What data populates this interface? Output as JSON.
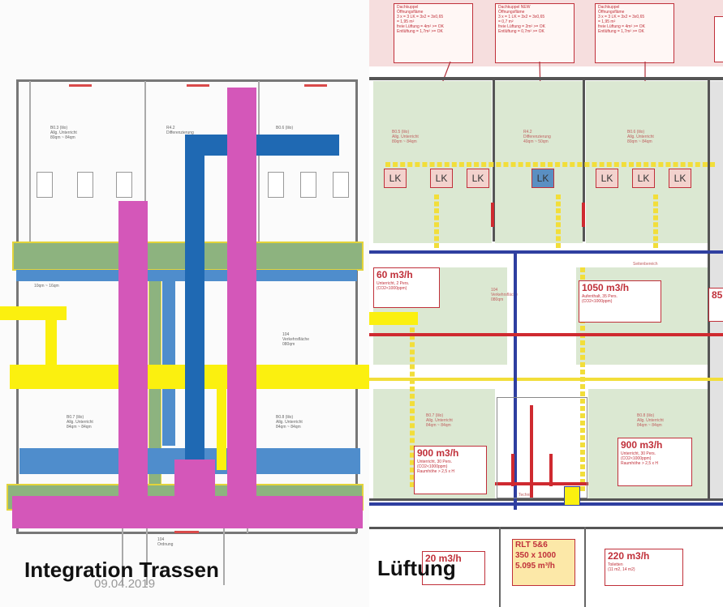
{
  "captions": {
    "left": "Integration Trassen",
    "right": "Lüftung",
    "date": "09.04.2019"
  },
  "left_rooms": [
    {
      "text": "B0.3 (lilo)\nAllg. Unterricht\n80qm ~ 84qm"
    },
    {
      "text": "R4.2\nDifferenzierung"
    },
    {
      "text": "B0.6 (lilo)"
    },
    {
      "text": "104\nVerkehrsfläche\n080qm"
    },
    {
      "text": "B0.7 (lilo)\nAllg. Unterricht\n84qm ~ 84qm"
    },
    {
      "text": "B0.8 (lilo)\nAllg. Unterricht\n84qm ~ 84qm"
    },
    {
      "text": "10qm ~ 16qm"
    },
    {
      "text": "104\nOrdnung"
    }
  ],
  "right_boxes": [
    {
      "big": "60 m3/h",
      "small": "Unterricht, 2 Pers.\n(CO2<1000ppm)"
    },
    {
      "big": "1050 m3/h",
      "small": "Aufenthalt, 35 Pers.\n(CO2<1000ppm)"
    },
    {
      "big": "900 m3/h",
      "small": "Unterricht, 30 Pers.\n(CO2<1000ppm)\nRaumhöhe > 2,5 x H"
    },
    {
      "big": "900 m3/h",
      "small": "Unterricht, 30 Pers.\n(CO2<1000ppm)\nRaumhöhe > 2,5 x H"
    },
    {
      "big": "20 m3/h",
      "small": ""
    },
    {
      "big": "220 m3/h",
      "small": "Toiletten\n(11 m2, 14 m2)"
    },
    {
      "big": "85",
      "small": ""
    }
  ],
  "rlt_box": {
    "line1": "RLT 5&6",
    "line2": "350 x 1000",
    "line3": "5.095 m³/h"
  },
  "lk_labels": [
    "LK",
    "LK",
    "LK",
    "LK",
    "LK",
    "LK",
    "LK"
  ],
  "right_room_texts": [
    {
      "text": "B0.5 (lilo)\nAllg. Unterricht\n80qm ~ 84qm"
    },
    {
      "text": "R4.2\nDifferenzierung\n40qm ~ 50qm"
    },
    {
      "text": "B0.6 (lilo)\nAllg. Unterricht\n80qm ~ 84qm"
    },
    {
      "text": "104\nVerkehrsfläche\n080qm"
    },
    {
      "text": "B0.7 (lilo)\nAllg. Unterricht\n84qm ~ 84qm"
    },
    {
      "text": "B0.8 (lilo)\nAllg. Unterricht\n84qm ~ 84qm"
    },
    {
      "text": "Seitenbereich"
    },
    {
      "text": "Technik"
    }
  ],
  "top_notes": [
    {
      "text": "Dachkuppel\nÖffnungsfläme\n3 x = 3 LK = 3x2 = 3x0,65\n= 1,95 m²\nfreie Lüftung = 4m² >= OK\nEntlüftung = 1,7m² >= OK"
    },
    {
      "text": "Dachkuppel NEW\nÖffnungsfläme\n3 x = 1 LK = 3x2 = 3x0,65\n= 0,7 m²\nfreie Lüftung = 2m² >= OK\nEntlüftung = 0,7m² >= OK"
    },
    {
      "text": "Dachkuppel\nÖffnungsfläme\n3 x = 3 LK = 3x2 = 3x0,65\n= 1,95 m²\nfreie Lüftung = 4m² >= OK\nEntlüftung = 1,7m² >= OK"
    }
  ],
  "colors": {
    "magenta": "#d457b9",
    "blue_bar": "#1f69b3",
    "light_blue_bar": "#4f8dcc",
    "green_bar": "#8db37f",
    "yellow": "#fbf00f",
    "red_line": "#cf2a30",
    "duct_blue": "#2f3fa0",
    "room_green": "#dbe8d2"
  }
}
